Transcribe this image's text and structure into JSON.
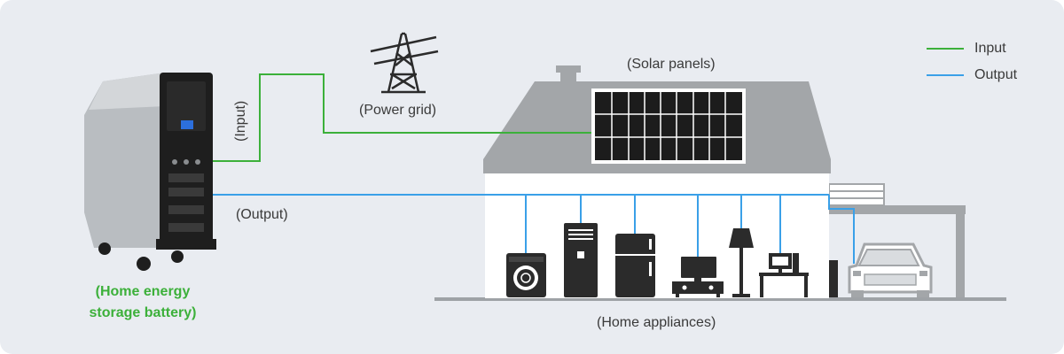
{
  "labels": {
    "solar_panels": "(Solar panels)",
    "power_grid": "(Power grid)",
    "input_vertical": "(Input)",
    "output": "(Output)",
    "home_appliances": "(Home appliances)",
    "battery_line1": "(Home energy",
    "battery_line2": "storage battery)"
  },
  "legend": {
    "input": {
      "label": "Input",
      "color": "#3cb03a"
    },
    "output": {
      "label": "Output",
      "color": "#3aa0e8"
    }
  },
  "colors": {
    "panel_bg": "#e9ecf1",
    "roof": "#a3a6a9",
    "house_wall": "#ffffff",
    "appliance": "#2b2b2b",
    "battery_body": "#b9bdc1",
    "battery_frame": "#1e1e1e"
  },
  "icons": [
    "battery-unit-icon",
    "power-tower-icon",
    "solar-panel-icon",
    "washing-machine-icon",
    "air-conditioner-icon",
    "refrigerator-icon",
    "tv-icon",
    "floor-lamp-icon",
    "computer-desk-icon",
    "car-icon"
  ]
}
